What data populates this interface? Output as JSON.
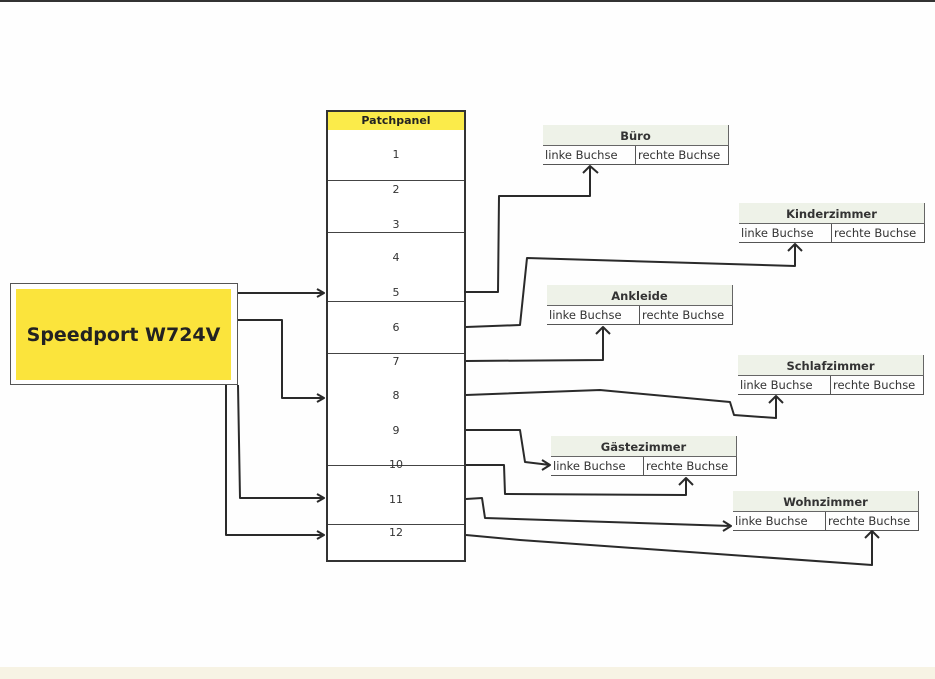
{
  "router": {
    "label": "Speedport W724V"
  },
  "patchpanel": {
    "title": "Patchpanel",
    "ports": [
      "1",
      "2",
      "3",
      "4",
      "5",
      "6",
      "7",
      "8",
      "9",
      "10",
      "11",
      "12"
    ]
  },
  "rooms": [
    {
      "name": "Büro",
      "left": "linke Buchse",
      "right": "rechte Buchse"
    },
    {
      "name": "Kinderzimmer",
      "left": "linke Buchse",
      "right": "rechte Buchse"
    },
    {
      "name": "Ankleide",
      "left": "linke Buchse",
      "right": "rechte Buchse"
    },
    {
      "name": "Schlafzimmer",
      "left": "linke Buchse",
      "right": "rechte Buchse"
    },
    {
      "name": "Gästezimmer",
      "left": "linke Buchse",
      "right": "rechte Buchse"
    },
    {
      "name": "Wohnzimmer",
      "left": "linke Buchse",
      "right": "rechte Buchse"
    }
  ]
}
